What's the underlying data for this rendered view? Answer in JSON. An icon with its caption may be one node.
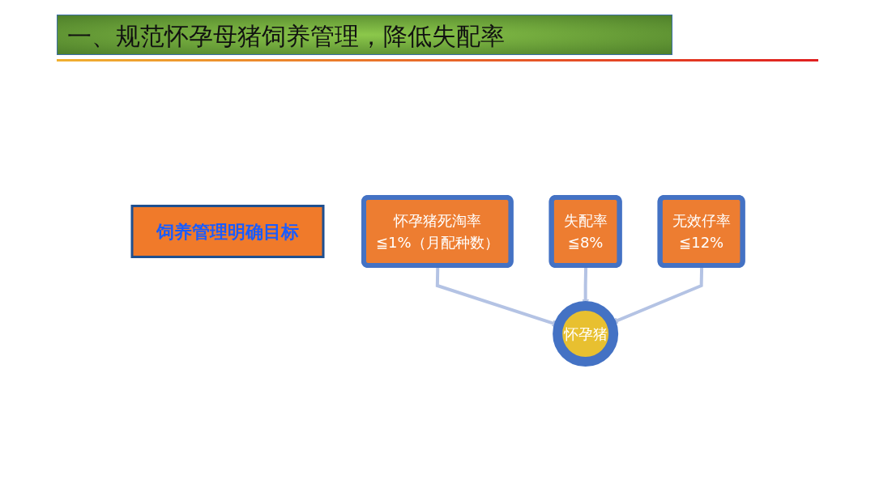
{
  "diagram": {
    "title": "一、规范怀孕母猪饲养管理，降低失配率",
    "nodes": [
      {
        "text": [
          "饲养管理明确目标"
        ]
      },
      {
        "text": [
          "怀孕猪死淘率",
          "≦1%（月配种数）"
        ]
      },
      {
        "text": [
          "失配率",
          "≦8%"
        ]
      },
      {
        "text": [
          "无效仔率",
          "≦12%"
        ]
      },
      {
        "text": [
          "怀孕猪"
        ]
      }
    ],
    "edges": [
      {
        "from": 1,
        "to": 4,
        "arrow": "to"
      },
      {
        "from": 2,
        "to": 4,
        "arrow": "to"
      },
      {
        "from": 3,
        "to": 4,
        "arrow": "to"
      }
    ]
  }
}
